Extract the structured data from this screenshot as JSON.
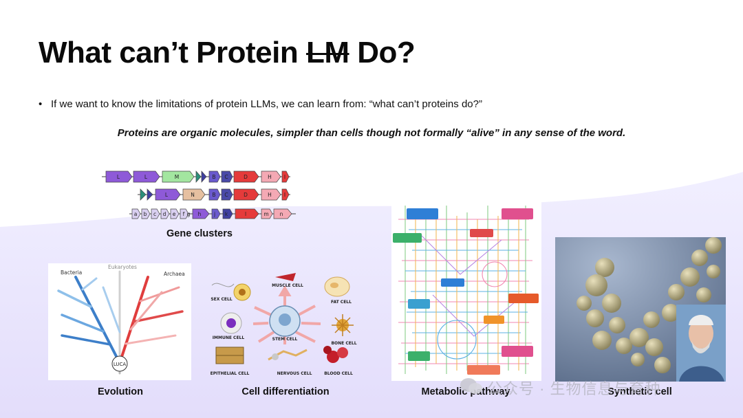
{
  "slide": {
    "title_part1": "What can’t Protein ",
    "title_strike": "LM",
    "title_part2": " Do?",
    "bullet": "If we want to know the limitations of protein LLMs, we can learn from: “what can’t proteins do?”",
    "quote": "Proteins are organic molecules, simpler than cells though not formally “alive” in any sense of the word."
  },
  "gene_clusters": {
    "caption": "Gene clusters",
    "row1": [
      "L",
      "L",
      "M",
      "B",
      "C",
      "D",
      "H",
      "I"
    ],
    "row2": [
      "L",
      "N",
      "B",
      "C",
      "D",
      "H",
      "I"
    ],
    "row3": [
      "a",
      "b",
      "c",
      "d",
      "e",
      "f",
      "g",
      "h",
      "j",
      "k",
      "l",
      "m",
      "n"
    ]
  },
  "evolution": {
    "caption": "Evolution",
    "labels": {
      "bacteria": "Bacteria",
      "eukaryotes": "Eukaryotes",
      "archaea": "Archaea",
      "root": "LUCA"
    }
  },
  "cell_diff": {
    "caption": "Cell differentiation",
    "labels": {
      "center": "STEM CELL",
      "sex": "SEX CELL",
      "muscle": "MUSCLE CELL",
      "fat": "FAT CELL",
      "immune": "IMMUNE CELL",
      "bone": "BONE CELL",
      "epithelial": "EPITHELIAL CELL",
      "nervous": "NERVOUS CELL",
      "blood": "BLOOD CELL"
    }
  },
  "metabolic": {
    "caption": "Metabolic pathway"
  },
  "synthetic": {
    "caption": "Synthetic cell"
  },
  "watermark": {
    "text": "公众号 · 生物信息与育种"
  },
  "colors": {
    "purple": "#8e5ad8",
    "green": "#a3e6a0",
    "red": "#e53b3b",
    "pink": "#f4a9b4",
    "tan": "#e6c0a0",
    "blue_tree": "#4a8fd0",
    "red_tree": "#e04a4a"
  }
}
